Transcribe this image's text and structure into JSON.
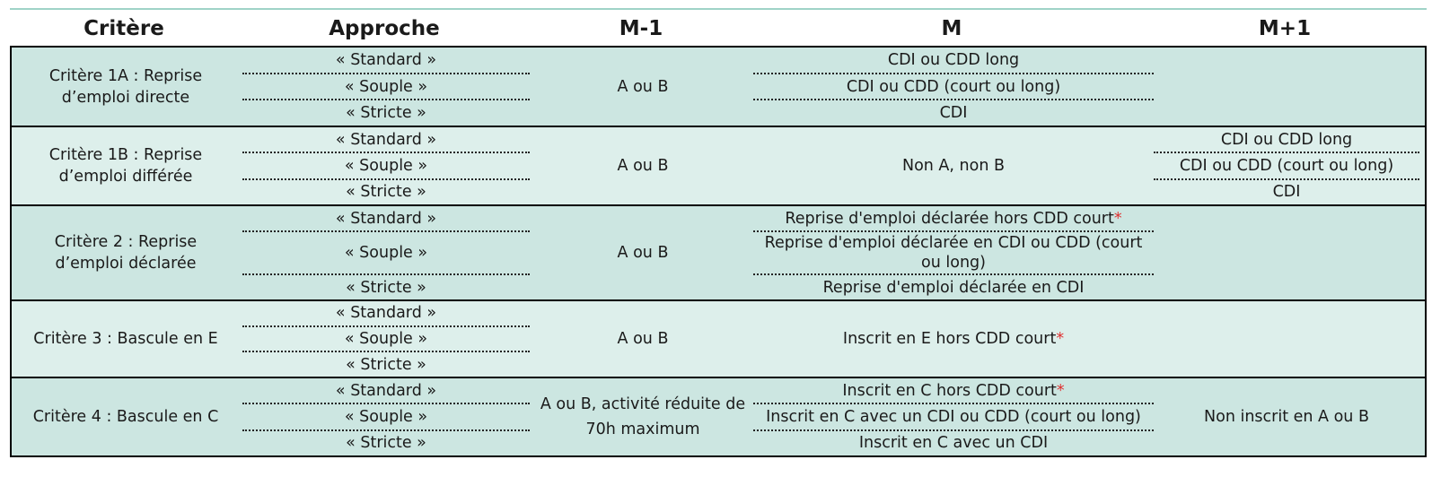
{
  "headers": [
    "Critère",
    "Approche",
    "M-1",
    "M",
    "M+1"
  ],
  "rows": [
    {
      "critere": "Critère 1A : Reprise d’emploi directe",
      "approches": [
        "« Standard »",
        "« Souple »",
        "« Stricte »"
      ],
      "m1": "A ou B",
      "m": [
        "CDI ou CDD long",
        "CDI ou CDD (court ou long)",
        "CDI"
      ],
      "mp1": ""
    },
    {
      "critere": "Critère 1B : Reprise d’emploi différée",
      "approches": [
        "« Standard »",
        "« Souple »",
        "« Stricte »"
      ],
      "m1": "A ou B",
      "m": "Non A, non B",
      "mp1": [
        "CDI ou CDD long",
        "CDI ou CDD (court ou long)",
        "CDI"
      ]
    },
    {
      "critere": "Critère 2 : Reprise d’emploi déclarée",
      "approches": [
        "« Standard »",
        "« Souple »",
        "« Stricte »"
      ],
      "m1": "A ou B",
      "m": [
        "Reprise d'emploi déclarée hors CDD court",
        "Reprise d'emploi déclarée en CDI ou CDD (court ou long)",
        "Reprise d'emploi déclarée en CDI"
      ],
      "m_star": "*",
      "mp1": ""
    },
    {
      "critere": "Critère 3 : Bascule en E",
      "approches": [
        "« Standard »",
        "« Souple »",
        "« Stricte »"
      ],
      "m1": "A ou B",
      "m": "Inscrit en E hors CDD court",
      "m_star": "*",
      "mp1": ""
    },
    {
      "critere": "Critère 4 : Bascule en C",
      "approches": [
        "« Standard »",
        "« Souple »",
        "« Stricte »"
      ],
      "m1": "A ou B, activité réduite de 70h maximum",
      "m": [
        "Inscrit en C hors CDD court",
        "Inscrit en C avec un CDI ou CDD (court ou long)",
        "Inscrit en C avec un CDI"
      ],
      "m_star": "*",
      "mp1": "Non inscrit en A ou B"
    }
  ]
}
